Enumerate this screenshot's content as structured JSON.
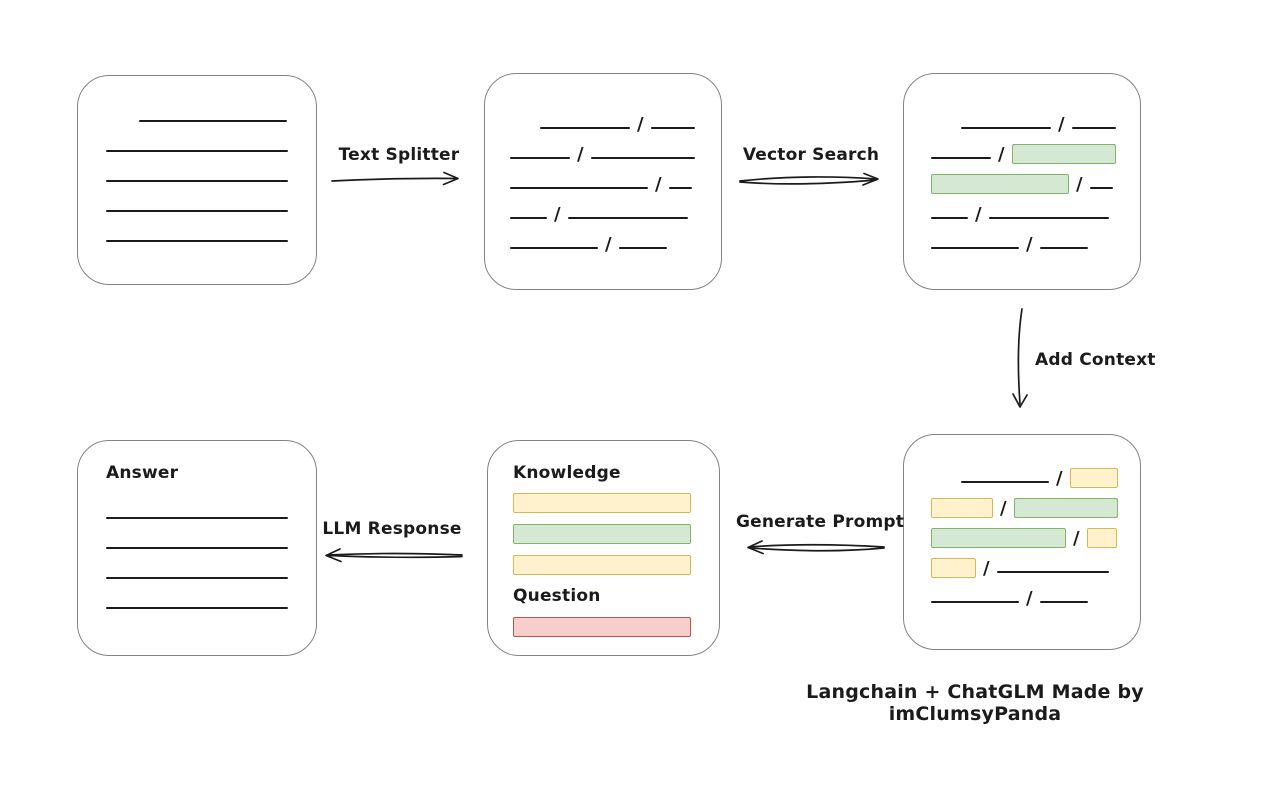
{
  "diagram": {
    "slash": "/",
    "footer": "Langchain + ChatGLM Made by imClumsyPanda",
    "colors": {
      "line": "#1b1b1b",
      "box_border": "#838383",
      "green_fill": "#d5e8d4",
      "green_border": "#82b366",
      "yellow_fill": "#fff2cc",
      "yellow_border": "#d6b656",
      "red_fill": "#f8cecc",
      "red_border": "#b85450"
    },
    "labels": {
      "text_splitter": "Text Splitter",
      "vector_search": "Vector Search",
      "add_context": "Add Context",
      "generate_prompt": "Generate Prompt",
      "llm_response": "LLM Response",
      "knowledge": "Knowledge",
      "question": "Question",
      "answer": "Answer"
    },
    "nodes": {
      "document": {
        "rows": [
          {
            "indent": 33,
            "segs": [
              {
                "t": "line",
                "w": 148
              }
            ]
          },
          {
            "segs": [
              {
                "t": "line",
                "w": 182
              }
            ]
          },
          {
            "segs": [
              {
                "t": "line",
                "w": 182
              }
            ]
          },
          {
            "segs": [
              {
                "t": "line",
                "w": 182
              }
            ]
          },
          {
            "segs": [
              {
                "t": "line",
                "w": 182
              }
            ]
          }
        ]
      },
      "chunks": {
        "rows": [
          {
            "indent": 30,
            "segs": [
              {
                "t": "line",
                "w": 90
              },
              {
                "t": "slash"
              },
              {
                "t": "line",
                "w": 44
              }
            ]
          },
          {
            "segs": [
              {
                "t": "line",
                "w": 60
              },
              {
                "t": "slash"
              },
              {
                "t": "line",
                "w": 104
              }
            ]
          },
          {
            "segs": [
              {
                "t": "line",
                "w": 138
              },
              {
                "t": "slash"
              },
              {
                "t": "line",
                "w": 23
              }
            ]
          },
          {
            "segs": [
              {
                "t": "line",
                "w": 37
              },
              {
                "t": "slash"
              },
              {
                "t": "line",
                "w": 120
              }
            ]
          },
          {
            "segs": [
              {
                "t": "line",
                "w": 88
              },
              {
                "t": "slash"
              },
              {
                "t": "line",
                "w": 48
              }
            ]
          }
        ]
      },
      "matched_chunks": {
        "rows": [
          {
            "indent": 30,
            "segs": [
              {
                "t": "line",
                "w": 90
              },
              {
                "t": "slash"
              },
              {
                "t": "line",
                "w": 44
              }
            ]
          },
          {
            "segs": [
              {
                "t": "line",
                "w": 60
              },
              {
                "t": "slash"
              },
              {
                "t": "green",
                "w": 104
              }
            ]
          },
          {
            "segs": [
              {
                "t": "green",
                "w": 138
              },
              {
                "t": "slash"
              },
              {
                "t": "line",
                "w": 23
              }
            ]
          },
          {
            "segs": [
              {
                "t": "line",
                "w": 37
              },
              {
                "t": "slash"
              },
              {
                "t": "line",
                "w": 120
              }
            ]
          },
          {
            "segs": [
              {
                "t": "line",
                "w": 88
              },
              {
                "t": "slash"
              },
              {
                "t": "line",
                "w": 48
              }
            ]
          }
        ]
      },
      "context_chunks": {
        "rows": [
          {
            "indent": 30,
            "segs": [
              {
                "t": "line",
                "w": 88
              },
              {
                "t": "slash"
              },
              {
                "t": "yellow",
                "w": 48
              }
            ]
          },
          {
            "segs": [
              {
                "t": "yellow",
                "w": 62
              },
              {
                "t": "slash"
              },
              {
                "t": "green",
                "w": 104
              }
            ]
          },
          {
            "segs": [
              {
                "t": "green",
                "w": 135
              },
              {
                "t": "slash"
              },
              {
                "t": "yellow",
                "w": 30
              }
            ]
          },
          {
            "segs": [
              {
                "t": "yellow",
                "w": 45
              },
              {
                "t": "slash"
              },
              {
                "t": "line",
                "w": 112
              }
            ]
          },
          {
            "segs": [
              {
                "t": "line",
                "w": 88
              },
              {
                "t": "slash"
              },
              {
                "t": "line",
                "w": 48
              }
            ]
          }
        ]
      },
      "prompt": {
        "knowledge_bars": [
          "yellow",
          "green",
          "yellow"
        ],
        "question_bars": [
          "red"
        ]
      },
      "answer": {
        "rows": [
          {
            "segs": [
              {
                "t": "line",
                "w": 182
              }
            ]
          },
          {
            "segs": [
              {
                "t": "line",
                "w": 182
              }
            ]
          },
          {
            "segs": [
              {
                "t": "line",
                "w": 182
              }
            ]
          },
          {
            "segs": [
              {
                "t": "line",
                "w": 182
              }
            ]
          }
        ]
      }
    }
  }
}
